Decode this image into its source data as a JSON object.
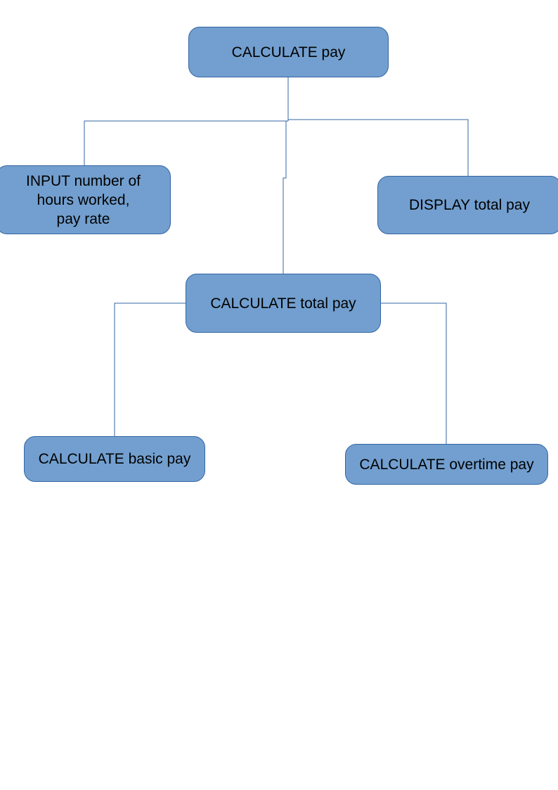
{
  "diagram": {
    "root": "CALCULATE pay",
    "input": "INPUT number of\nhours worked,\npay rate",
    "display": "DISPLAY total pay",
    "total": "CALCULATE total pay",
    "basic": "CALCULATE basic pay",
    "overtime": "CALCULATE overtime pay"
  },
  "colors": {
    "node_fill": "#729fcf",
    "node_border": "#3465a4",
    "connector": "#3465a4"
  }
}
